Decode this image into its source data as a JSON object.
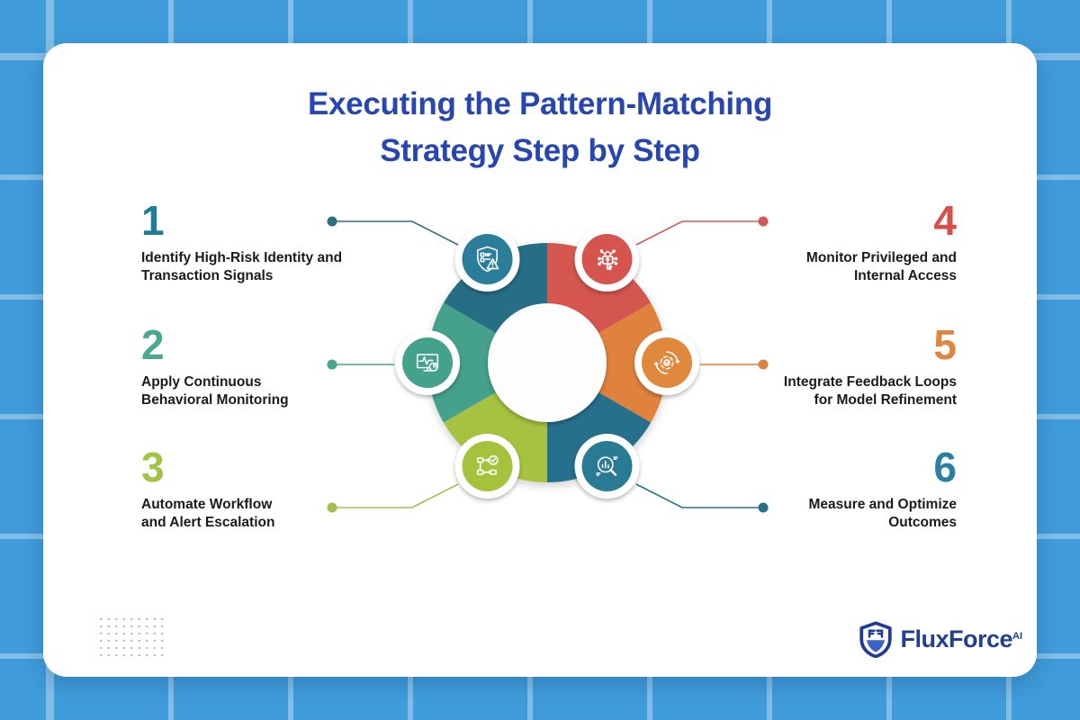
{
  "title": {
    "line1": "Executing the Pattern-Matching",
    "line2": "Strategy Step by Step"
  },
  "steps": [
    {
      "number": "1",
      "label_line1": "Identify High-Risk Identity and",
      "label_line2": "Transaction Signals",
      "number_color": "#1f7e95",
      "segment_color": "#256e86",
      "badge_color": "#2a7e99",
      "icon": "shield-checklist-warning-icon"
    },
    {
      "number": "2",
      "label_line1": "Apply Continuous",
      "label_line2": "Behavioral Monitoring",
      "number_color": "#4aa890",
      "segment_color": "#45a18c",
      "badge_color": "#43a18c",
      "icon": "monitor-pulse-icon"
    },
    {
      "number": "3",
      "label_line1": "Automate Workflow",
      "label_line2": "and Alert Escalation",
      "number_color": "#a2c243",
      "segment_color": "#a6c240",
      "badge_color": "#a6c23d",
      "icon": "workflow-check-icon"
    },
    {
      "number": "4",
      "label_line1": "Monitor Privileged and",
      "label_line2": "Internal Access",
      "number_color": "#d5504b",
      "segment_color": "#d5564f",
      "badge_color": "#d6544e",
      "icon": "lock-circuit-hand-icon"
    },
    {
      "number": "5",
      "label_line1": "Integrate Feedback Loops",
      "label_line2": "for Model Refinement",
      "number_color": "#df853e",
      "segment_color": "#de823c",
      "badge_color": "#e0893d",
      "icon": "gear-cycle-icon"
    },
    {
      "number": "6",
      "label_line1": "Measure and Optimize",
      "label_line2": "Outcomes",
      "number_color": "#2a7fa4",
      "segment_color": "#276f8d",
      "badge_color": "#287a95",
      "icon": "search-analytics-icon"
    }
  ],
  "logo": {
    "name": "FluxForce",
    "suffix": "AI"
  },
  "colors": {
    "background": "#3f9bd9",
    "grid_line": "#79bfe9",
    "card": "#ffffff",
    "title": "#2847ae",
    "step_text": "#1b1b1b",
    "logo_navy": "#21418e",
    "logo_light_blue": "#3b63c6",
    "wheel_center": "#fdfdfd"
  }
}
